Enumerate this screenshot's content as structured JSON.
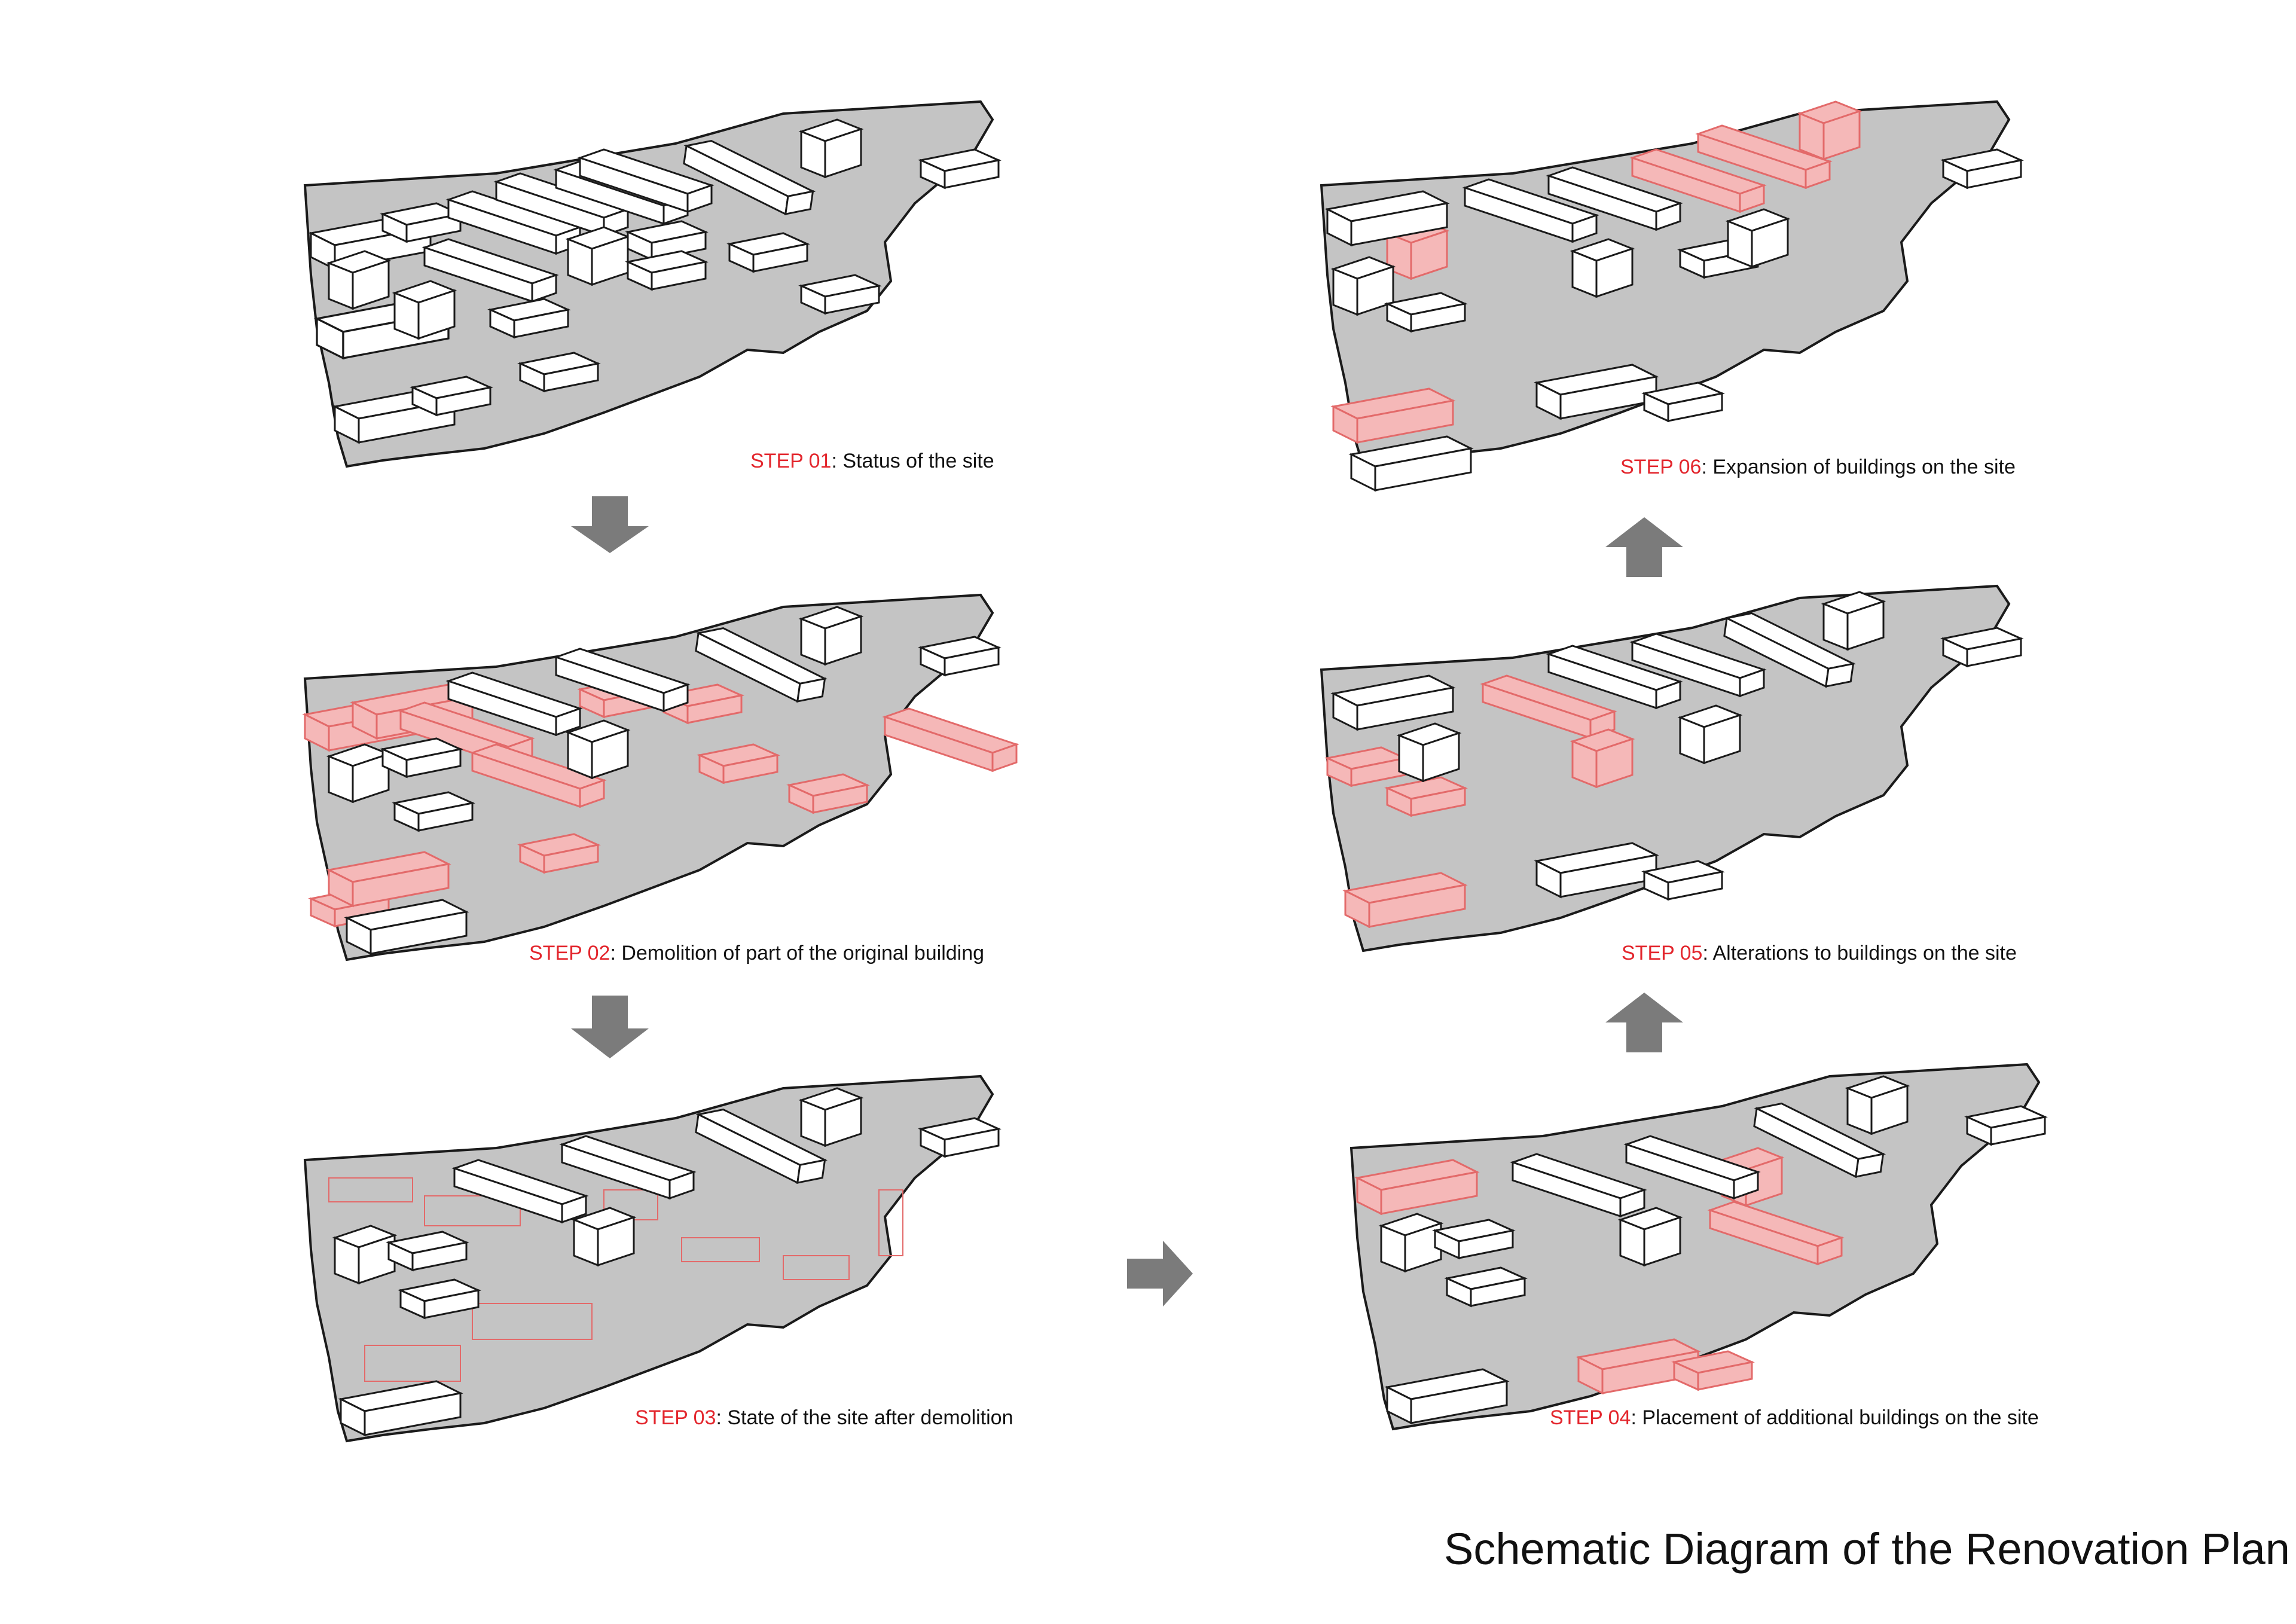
{
  "title": "Schematic Diagram of the Renovation Plan",
  "colors": {
    "ground": "#c4c4c4",
    "outline": "#1a1a1a",
    "building_fill": "#ffffff",
    "highlight_fill": "#f5b8b8",
    "highlight_stroke": "#e36a6a",
    "step_label": "#e3262d",
    "arrow": "#7b7b7b"
  },
  "steps": [
    {
      "id": "01",
      "label": "STEP 01",
      "text": ": Status of the site"
    },
    {
      "id": "02",
      "label": "STEP 02",
      "text": ": Demolition of part of the original building"
    },
    {
      "id": "03",
      "label": "STEP 03",
      "text": ": State of the site after demolition"
    },
    {
      "id": "04",
      "label": "STEP 04",
      "text": ": Placement of additional buildings on the site"
    },
    {
      "id": "05",
      "label": "STEP 05",
      "text": ": Alterations to buildings on the site"
    },
    {
      "id": "06",
      "label": "STEP 06",
      "text": ": Expansion of buildings on the site"
    }
  ],
  "arrows": [
    {
      "from": "01",
      "to": "02",
      "direction": "down",
      "icon": "arrow-down-icon"
    },
    {
      "from": "02",
      "to": "03",
      "direction": "down",
      "icon": "arrow-down-icon"
    },
    {
      "from": "03",
      "to": "04",
      "direction": "right",
      "icon": "arrow-right-icon"
    },
    {
      "from": "04",
      "to": "05",
      "direction": "up",
      "icon": "arrow-up-icon"
    },
    {
      "from": "05",
      "to": "06",
      "direction": "up",
      "icon": "arrow-up-icon"
    }
  ]
}
